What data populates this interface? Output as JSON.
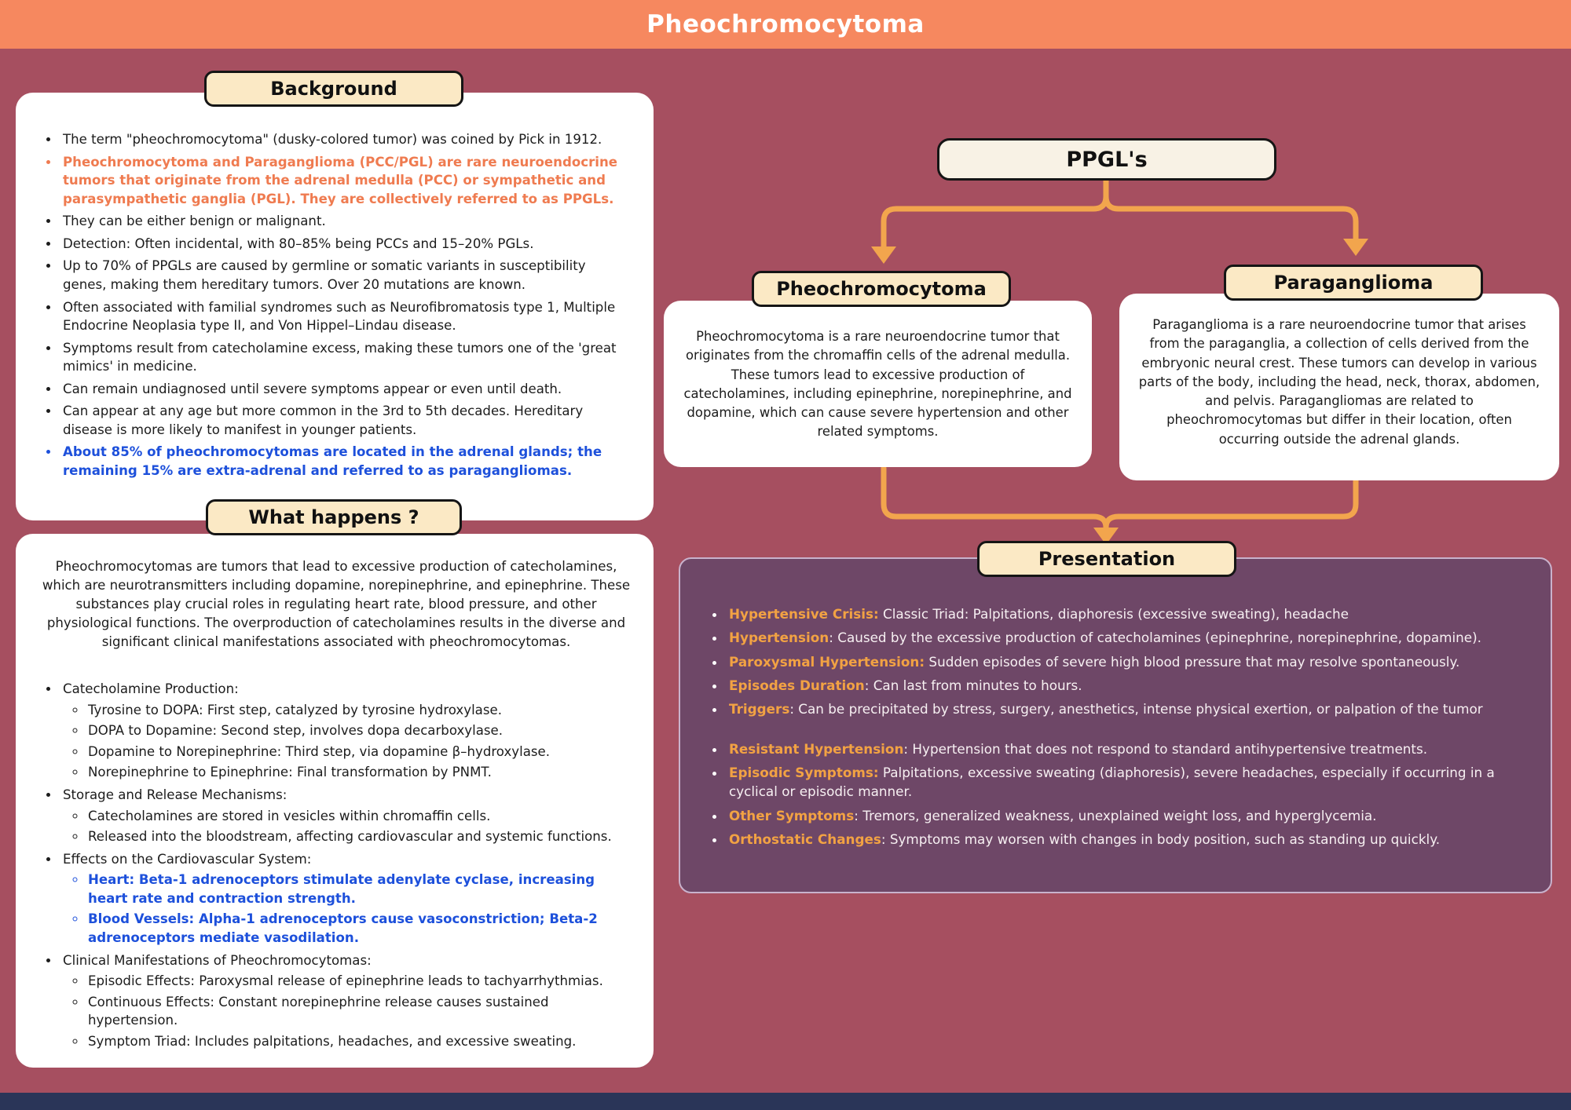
{
  "header": {
    "title": "Pheochromocytoma"
  },
  "background_section": {
    "label": "Background",
    "items": [
      {
        "text": "The term \"pheochromocytoma\" (dusky-colored tumor) was coined by Pick in 1912."
      },
      {
        "text": "Pheochromocytoma and Paraganglioma (PCC/PGL) are rare neuroendocrine tumors that originate from the adrenal medulla (PCC) or sympathetic and parasympathetic ganglia (PGL). They are collectively referred to as PPGLs.",
        "style": "orange-bold"
      },
      {
        "text": "They can be either benign or malignant."
      },
      {
        "text": "Detection: Often incidental, with 80–85% being PCCs and 15–20% PGLs."
      },
      {
        "text": "Up to 70% of PPGLs are caused by germline or somatic variants in susceptibility genes, making them hereditary tumors. Over 20 mutations are known."
      },
      {
        "text": "Often associated with familial syndromes such as Neurofibromatosis type 1, Multiple Endocrine Neoplasia type II, and Von Hippel–Lindau disease."
      },
      {
        "text": "Symptoms result from catecholamine excess, making these tumors one of the 'great mimics' in medicine."
      },
      {
        "text": "Can remain undiagnosed until severe symptoms appear or even until death."
      },
      {
        "text": "Can appear at any age but more common in the 3rd to 5th decades. Hereditary disease is more likely to manifest in younger patients."
      },
      {
        "text": "About 85% of pheochromocytomas are located in the adrenal glands; the remaining 15% are extra-adrenal and referred to as paragangliomas.",
        "style": "blue-bold"
      }
    ]
  },
  "what_happens": {
    "label": "What happens ?",
    "intro": "Pheochromocytomas are tumors that lead to excessive production of catecholamines, which are neurotransmitters including dopamine, norepinephrine, and epinephrine. These substances play crucial roles in regulating heart rate, blood pressure, and other physiological functions. The overproduction of catecholamines results in the diverse and significant clinical manifestations associated with pheochromocytomas.",
    "items": [
      {
        "text": "Catecholamine Production:",
        "children": [
          {
            "text": "Tyrosine to DOPA: First step, catalyzed by tyrosine hydroxylase."
          },
          {
            "text": "DOPA to Dopamine: Second step, involves dopa decarboxylase."
          },
          {
            "text": "Dopamine to Norepinephrine: Third step, via dopamine β–hydroxylase."
          },
          {
            "text": "Norepinephrine to Epinephrine: Final transformation by PNMT."
          }
        ]
      },
      {
        "text": "Storage and Release Mechanisms:",
        "children": [
          {
            "text": "Catecholamines are stored in vesicles within chromaffin cells."
          },
          {
            "text": "Released into the bloodstream, affecting cardiovascular and systemic functions."
          }
        ]
      },
      {
        "text": "Effects on the Cardiovascular System:",
        "children": [
          {
            "text": "Heart: Beta-1 adrenoceptors stimulate adenylate cyclase, increasing heart rate and contraction strength.",
            "style": "blue-bold"
          },
          {
            "text": "Blood Vessels: Alpha-1 adrenoceptors cause vasoconstriction; Beta-2 adrenoceptors mediate vasodilation.",
            "style": "blue-bold"
          }
        ]
      },
      {
        "text": "Clinical Manifestations of Pheochromocytomas:",
        "children": [
          {
            "text": "Episodic Effects: Paroxysmal release of epinephrine leads to tachyarrhythmias."
          },
          {
            "text": "Continuous Effects: Constant norepinephrine release causes sustained hypertension."
          },
          {
            "text": "Symptom Triad: Includes palpitations, headaches, and excessive sweating."
          }
        ]
      }
    ]
  },
  "ppgl": {
    "label": "PPGL's"
  },
  "pheochromocytoma_card": {
    "label": "Pheochromocytoma",
    "text": "Pheochromocytoma is a rare neuroendocrine tumor that originates from the chromaffin cells of the adrenal medulla. These tumors lead to excessive production of catecholamines, including epinephrine, norepinephrine, and dopamine, which can cause severe hypertension and other related symptoms."
  },
  "paraganglioma_card": {
    "label": "Paraganglioma",
    "text": "Paraganglioma is a rare neuroendocrine tumor that arises from the paraganglia, a collection of cells derived from the embryonic neural crest. These tumors can develop in various parts of the body, including the head, neck, thorax, abdomen, and pelvis. Paragangliomas are related to pheochromocytomas but differ in their location, often occurring outside the adrenal glands."
  },
  "presentation": {
    "label": "Presentation",
    "items": [
      {
        "lead": "Hypertensive Crisis:",
        "rest": " Classic Triad: Palpitations, diaphoresis (excessive sweating), headache"
      },
      {
        "lead": "Hypertension",
        "rest": ": Caused by the excessive production of catecholamines (epinephrine, norepinephrine, dopamine)."
      },
      {
        "lead": "Paroxysmal Hypertension:",
        "rest": " Sudden episodes of severe high blood pressure that may resolve spontaneously."
      },
      {
        "lead": "Episodes Duration",
        "rest": ": Can last from minutes to hours."
      },
      {
        "lead": "Triggers",
        "rest": ": Can be precipitated by stress, surgery, anesthetics, intense physical exertion, or palpation of the tumor"
      },
      {
        "lead": "Resistant Hypertension",
        "rest": ": Hypertension that does not respond to standard antihypertensive treatments."
      },
      {
        "lead": "Episodic Symptoms:",
        "rest": " Palpitations, excessive sweating (diaphoresis), severe headaches, especially if occurring in a cyclical or episodic manner."
      },
      {
        "lead": "Other Symptoms",
        "rest": ": Tremors, generalized weakness, unexplained weight loss, and hyperglycemia."
      },
      {
        "lead": "Orthostatic Changes",
        "rest": ": Symptoms may worsen with changes in body position, such as standing up quickly."
      }
    ]
  },
  "colors": {
    "header_bg": "#F6885F",
    "page_bg": "#A64F60",
    "label_bg": "#FBE9C5",
    "card_bg": "#FFFFFF",
    "arrow": "#F2A54D",
    "accent_orange": "#EF7B50",
    "accent_blue": "#1D50DB",
    "presentation_lead": "#F2A243",
    "presentation_panel": "#644568"
  }
}
